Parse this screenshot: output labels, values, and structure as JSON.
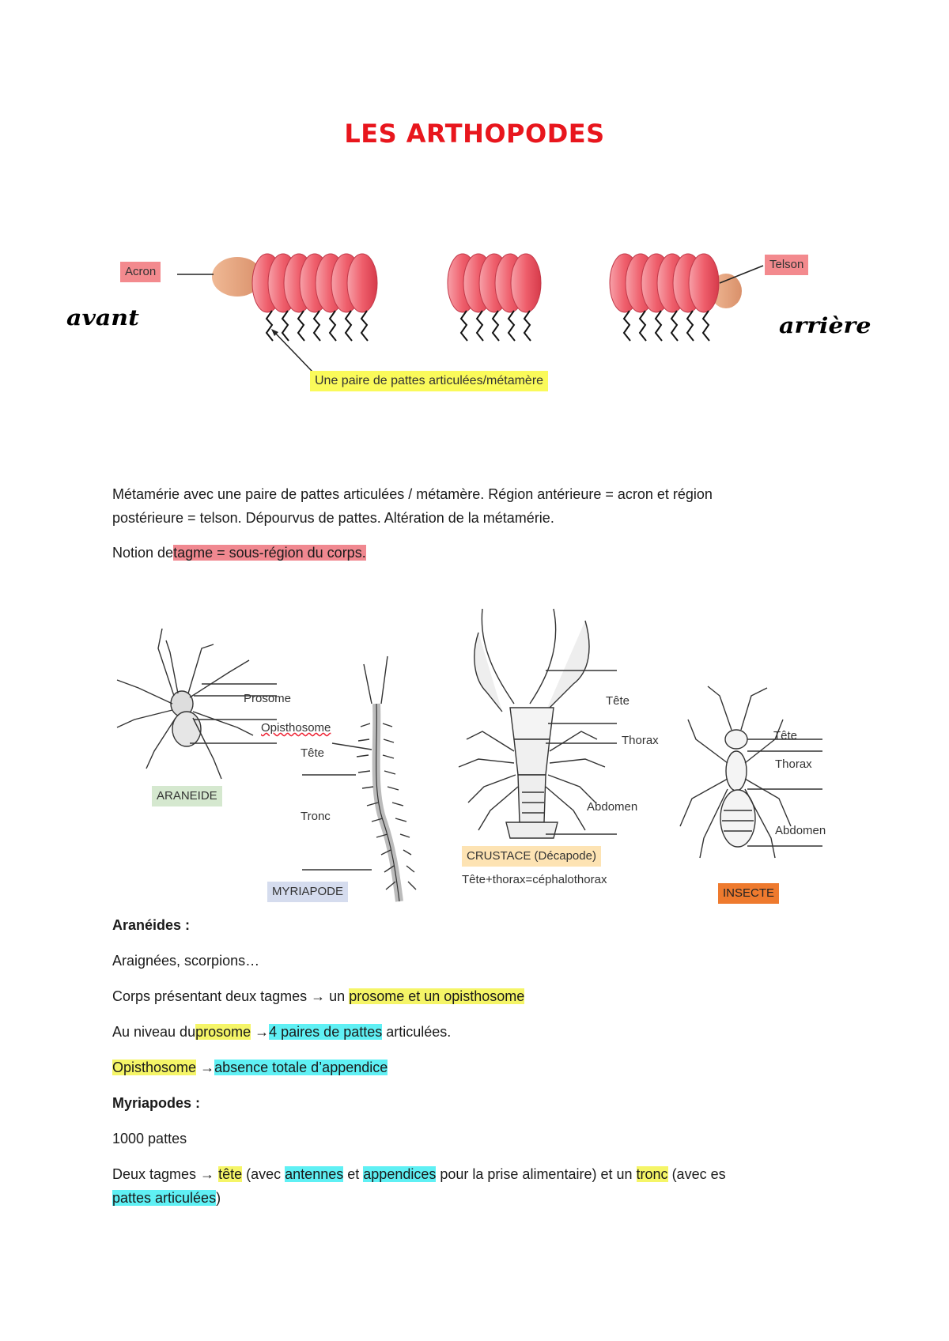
{
  "title": "LES ARTHOPODES",
  "diagram1": {
    "acron": "Acron",
    "telson": "Telson",
    "avant": "avant",
    "arriere": "arrière",
    "pattes_label": "Une paire de pattes articulées/métamère"
  },
  "intro": {
    "line1": "Métamérie avec une paire de pattes articulées / métamère. Région antérieure = acron et région",
    "line2": "postérieure = telson. Dépourvus de pattes. Altération de la métamérie.",
    "notion_prefix": "Notion de",
    "notion_hl": "tagme = sous-région du corps."
  },
  "diagram2": {
    "prosome": "Prosome",
    "opisthosome": "Opisthosome",
    "araneide": "ARANEIDE",
    "myr_tete": "Tête",
    "tronc": "Tronc",
    "myriapode": "MYRIAPODE",
    "cr_tete": "Tête",
    "cr_thorax": "Thorax",
    "cr_abdomen": "Abdomen",
    "crustace": "CRUSTACE (Décapode)",
    "cephalo": "Tête+thorax=céphalothorax",
    "in_tete": "Tête",
    "in_thorax": "Thorax",
    "in_abdomen": "Abdomen",
    "insecte": "INSECTE"
  },
  "araneides": {
    "heading": "Aranéides :",
    "examples": "Araignées, scorpions…",
    "l3_a": "Corps présentant deux tagmes → un",
    "l3_hl": "prosome et un opisthosome",
    "l4_a": "Au niveau du",
    "l4_hl1": "prosome",
    "l4_b": "→",
    "l4_hl2": "4 paires de pattes",
    "l4_c": "articulées.",
    "l5_hl1": "Opisthosome",
    "l5_b": "→",
    "l5_hl2": "absence totale d’appendice"
  },
  "myriapodes": {
    "heading": "Myriapodes :",
    "count": "1000 pattes",
    "a": "Deux tagmes →",
    "hl_tete": "tête",
    "b": "(avec",
    "hl_antennes": "antennes",
    "c": "et",
    "hl_appendices": "appendices",
    "d": "pour la prise alimentaire) et un",
    "hl_tronc": "tronc",
    "e": "(avec es",
    "hl_pattes": "pattes articulées",
    "f": ")"
  }
}
